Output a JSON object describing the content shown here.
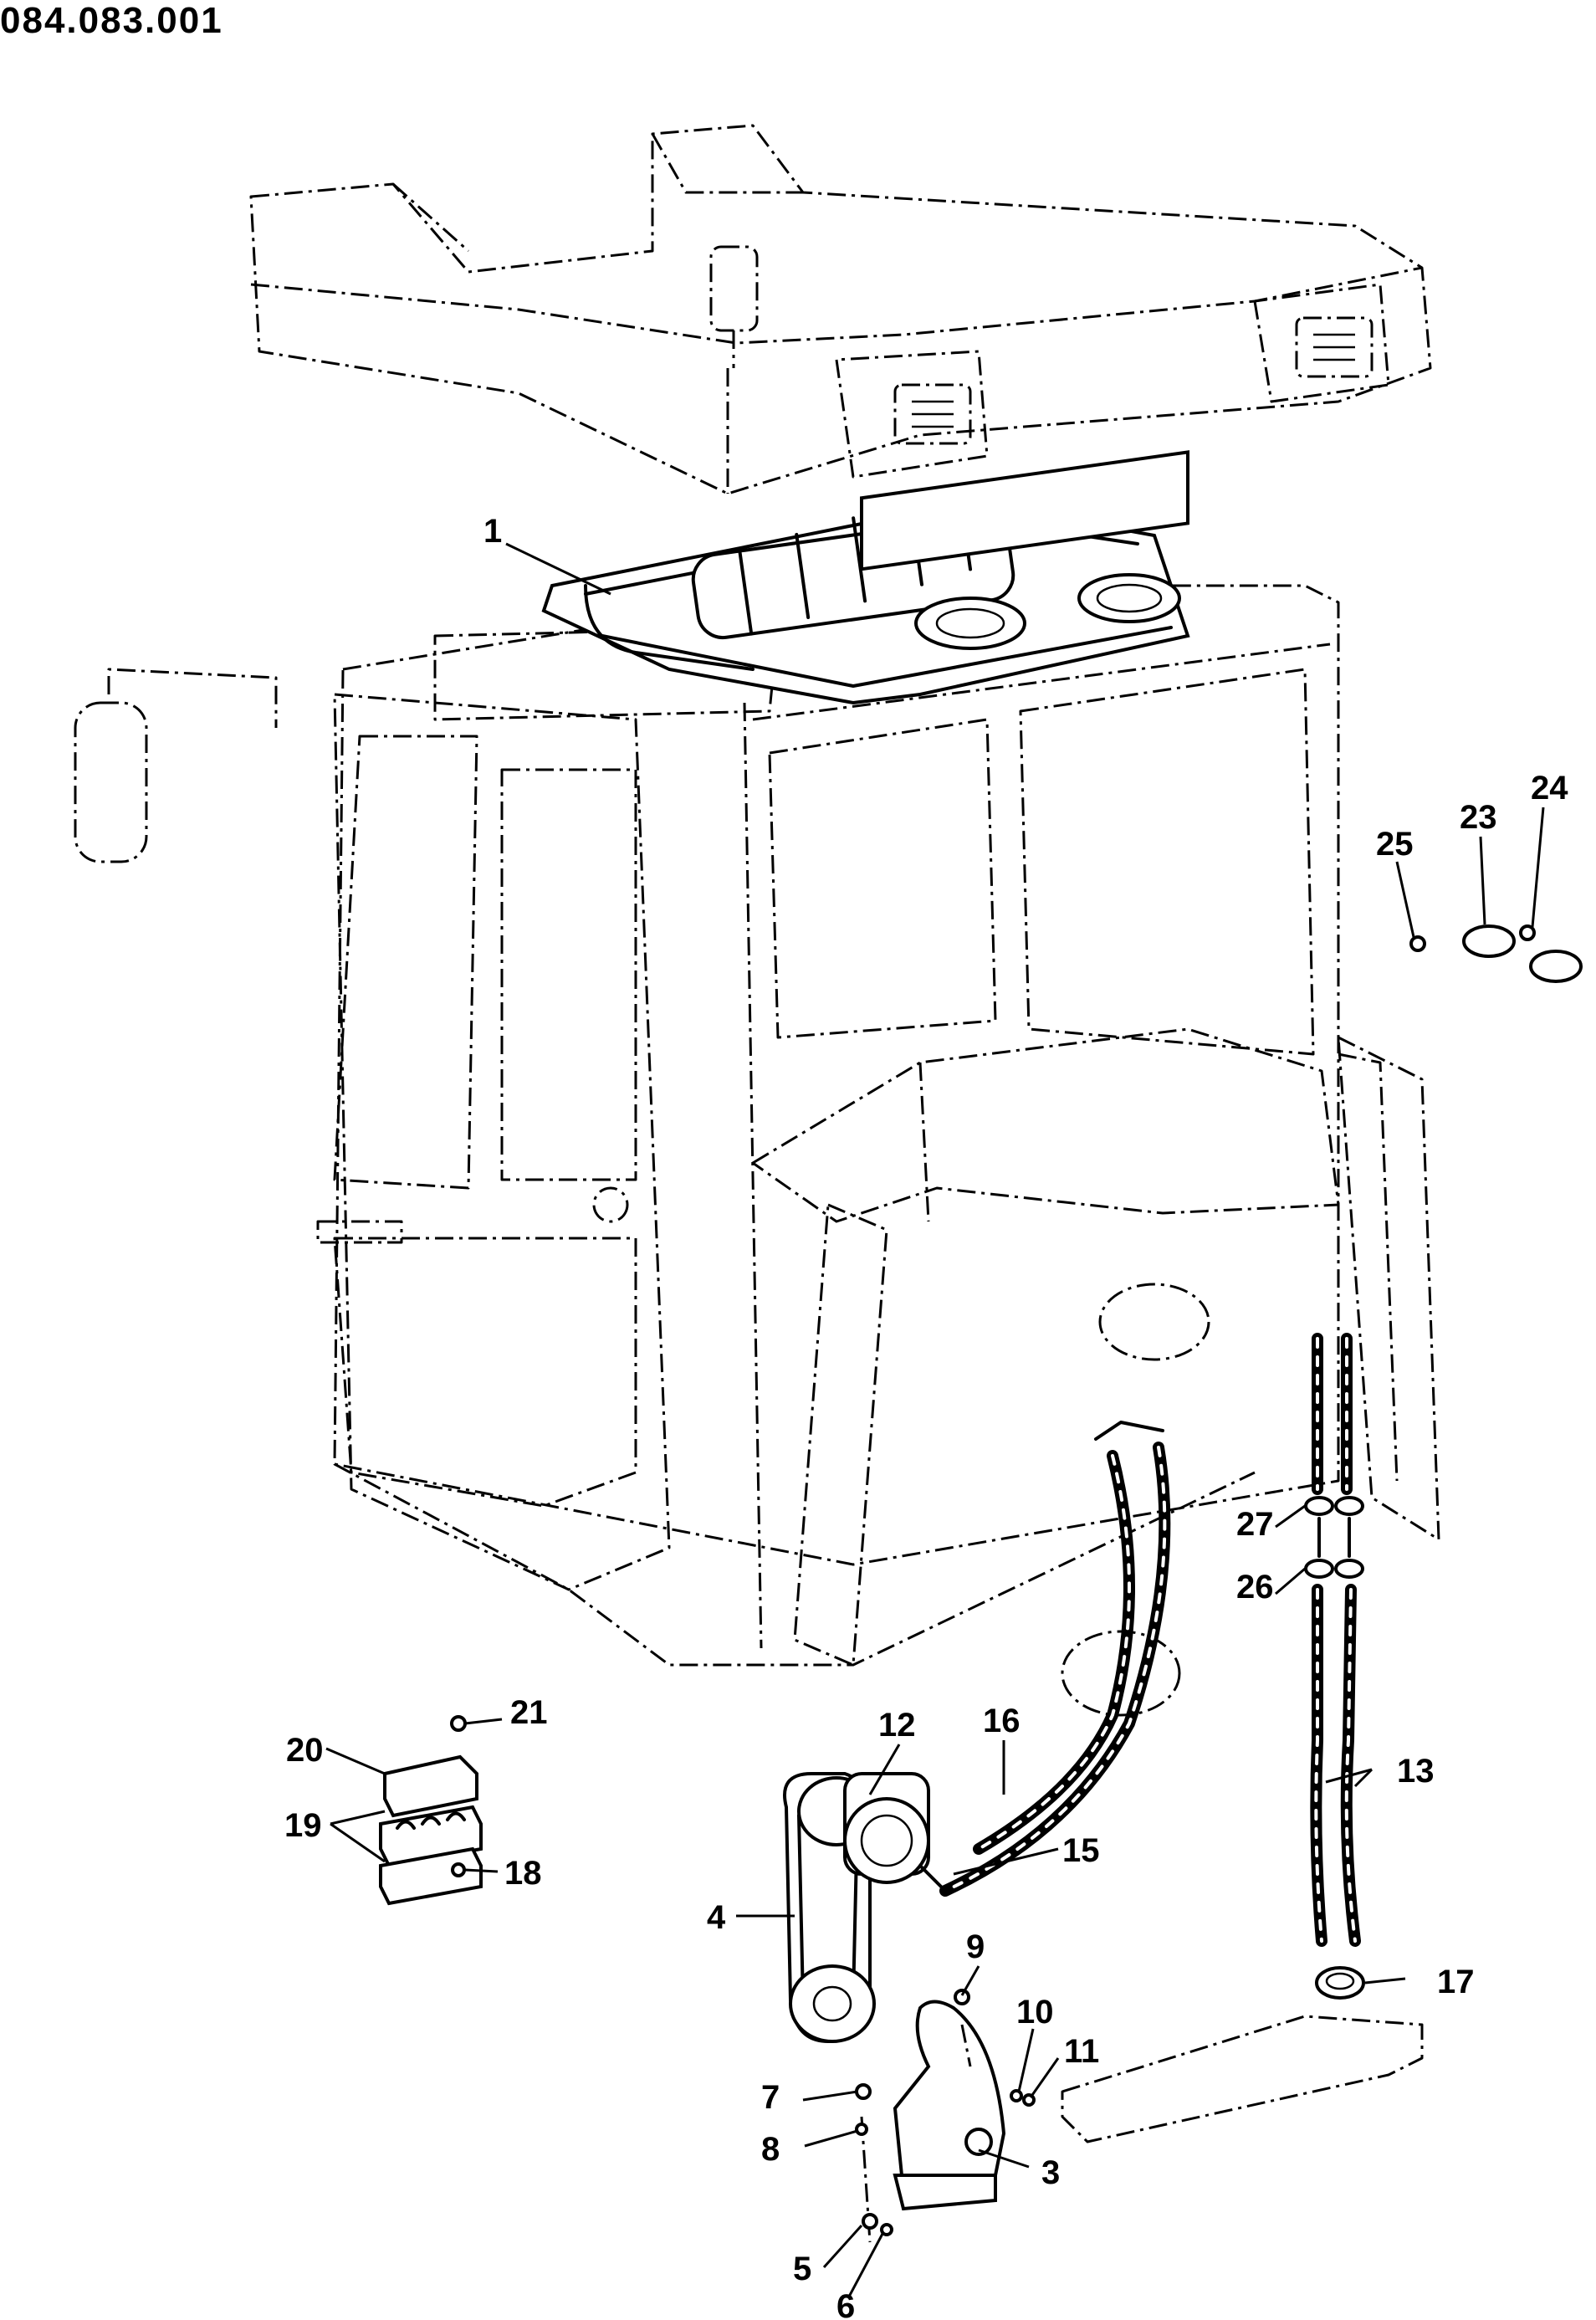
{
  "title": "084.083.001",
  "callouts": [
    {
      "id": "1",
      "label": "1"
    },
    {
      "id": "3",
      "label": "3"
    },
    {
      "id": "4",
      "label": "4"
    },
    {
      "id": "5",
      "label": "5"
    },
    {
      "id": "6",
      "label": "6"
    },
    {
      "id": "7",
      "label": "7"
    },
    {
      "id": "8",
      "label": "8"
    },
    {
      "id": "9",
      "label": "9"
    },
    {
      "id": "10",
      "label": "10"
    },
    {
      "id": "11",
      "label": "11"
    },
    {
      "id": "12",
      "label": "12"
    },
    {
      "id": "13",
      "label": "13"
    },
    {
      "id": "15",
      "label": "15"
    },
    {
      "id": "16",
      "label": "16"
    },
    {
      "id": "17",
      "label": "17"
    },
    {
      "id": "18",
      "label": "18"
    },
    {
      "id": "19",
      "label": "19"
    },
    {
      "id": "20",
      "label": "20"
    },
    {
      "id": "21",
      "label": "21"
    },
    {
      "id": "23",
      "label": "23"
    },
    {
      "id": "24",
      "label": "24"
    },
    {
      "id": "25",
      "label": "25"
    },
    {
      "id": "26",
      "label": "26"
    },
    {
      "id": "27",
      "label": "27"
    }
  ]
}
